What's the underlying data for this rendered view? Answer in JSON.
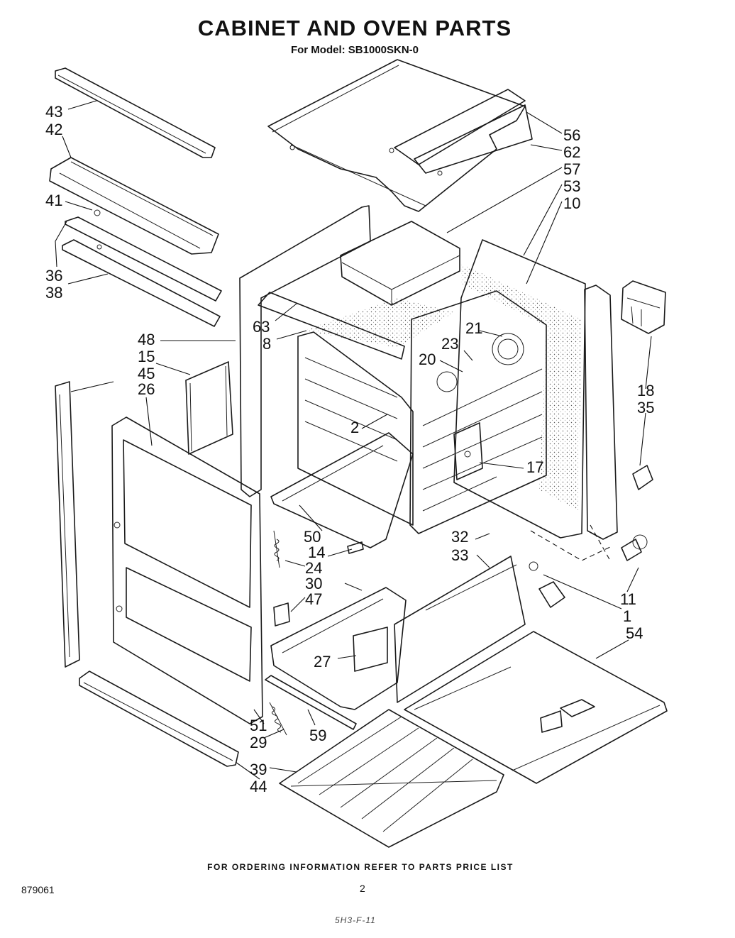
{
  "header": {
    "title": "CABINET AND OVEN PARTS",
    "subtitle": "For Model: SB1000SKN-0"
  },
  "callouts": [
    "43",
    "42",
    "41",
    "36",
    "38",
    "48",
    "15",
    "45",
    "26",
    "63",
    "8",
    "21",
    "23",
    "20",
    "2",
    "17",
    "56",
    "62",
    "57",
    "53",
    "10",
    "18",
    "35",
    "50",
    "14",
    "24",
    "30",
    "47",
    "32",
    "33",
    "27",
    "11",
    "1",
    "54",
    "51",
    "29",
    "59",
    "39",
    "44"
  ],
  "footer": {
    "note": "FOR ORDERING INFORMATION REFER TO PARTS PRICE LIST",
    "doc_number": "879061",
    "page_number": "2",
    "handwritten": "5H3-F-11"
  },
  "colors": {
    "ink": "#111111",
    "paper": "#ffffff"
  }
}
